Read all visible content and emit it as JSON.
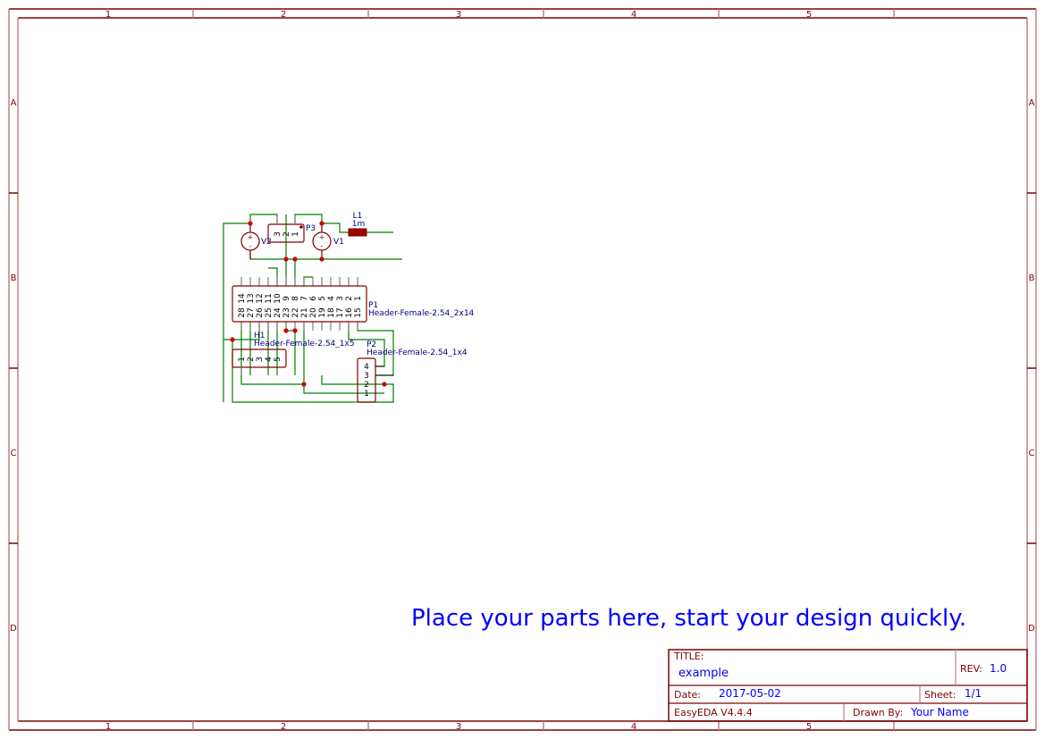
{
  "sheet": {
    "border_color": "#800000",
    "inner_border_color": "#c08080",
    "wire_color": "#008000",
    "junction_color": "#cc0000",
    "text_color": "#000080",
    "note_color": "#0000ff",
    "columns": [
      "1",
      "2",
      "3",
      "4",
      "5"
    ],
    "rows": [
      "A",
      "B",
      "C",
      "D"
    ]
  },
  "note": {
    "text": "Place your parts here, start your design quickly."
  },
  "title_block": {
    "title_label": "TITLE:",
    "title_value": "example",
    "rev_label": "REV:",
    "rev_value": "1.0",
    "date_label": "Date:",
    "date_value": "2017-05-02",
    "sheet_label": "Sheet:",
    "sheet_value": "1/1",
    "software": "EasyEDA V4.4.4",
    "drawn_by_label": "Drawn By:",
    "drawn_by_value": "Your Name"
  },
  "components": {
    "V1": {
      "designator": "V1"
    },
    "V2": {
      "designator": "V2"
    },
    "P3": {
      "designator": "P3",
      "pins": [
        "3",
        "2",
        "1"
      ]
    },
    "L1": {
      "designator": "L1",
      "value": "1m"
    },
    "P1": {
      "designator": "P1",
      "footprint": "Header-Female-2.54_2x14",
      "top_pins": [
        "14",
        "13",
        "12",
        "11",
        "10",
        "9",
        "8",
        "7",
        "6",
        "5",
        "4",
        "3",
        "2",
        "1"
      ],
      "bottom_pins": [
        "28",
        "27",
        "26",
        "25",
        "24",
        "23",
        "22",
        "21",
        "20",
        "19",
        "18",
        "17",
        "16",
        "15"
      ]
    },
    "H1": {
      "designator": "H1",
      "footprint": "Header-Female-2.54_1x5",
      "pins": [
        "1",
        "2",
        "3",
        "4",
        "5"
      ]
    },
    "P2": {
      "designator": "P2",
      "footprint": "Header-Female-2.54_1x4",
      "pins": [
        "4",
        "3",
        "2",
        "1"
      ]
    }
  }
}
